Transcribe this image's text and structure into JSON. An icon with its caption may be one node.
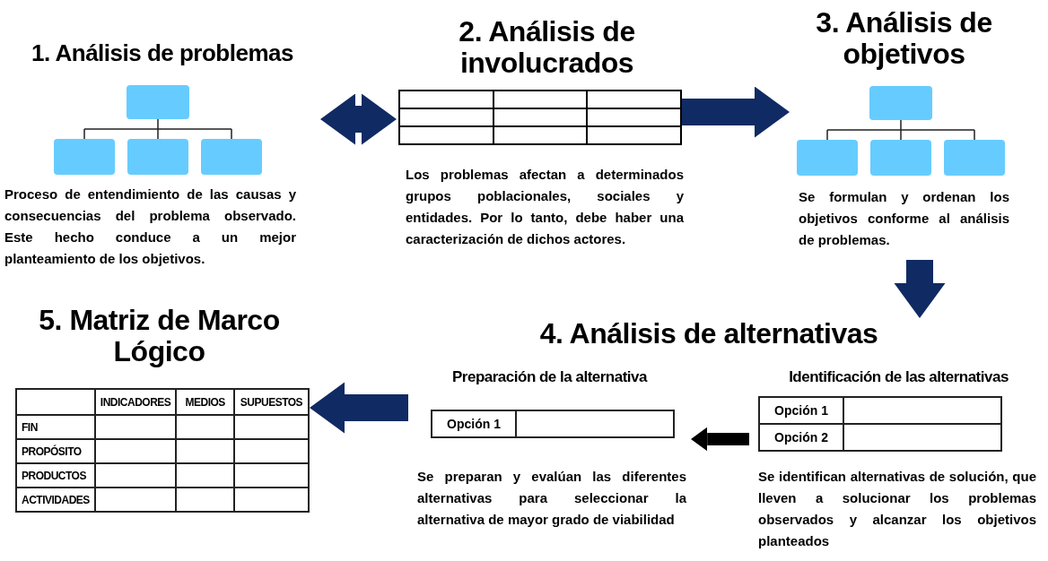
{
  "diagram": {
    "nodes": [
      {
        "text": [
          "1. Análisis de problemas",
          "Proceso de entendimiento de las causas y consecuencias del problema observado. Este hecho conduce a un mejor planteamiento de los objetivos."
        ]
      },
      {
        "text": [
          "2. Análisis de involucrados",
          "Los problemas afectan a determinados grupos poblacionales, sociales y entidades. Por lo tanto, debe haber una caracterización de dichos actores."
        ]
      },
      {
        "text": [
          "3. Análisis de objetivos",
          "Se formulan y ordenan los objetivos conforme al análisis de problemas."
        ]
      },
      {
        "text": [
          "4. Análisis de alternativas"
        ]
      },
      {
        "text": [
          "Preparación de la alternativa",
          "Se preparan y evalúan las diferentes alternativas para seleccionar la alternativa de mayor grado de viabilidad"
        ],
        "in": 3
      },
      {
        "text": [
          "Identificación de las alternativas",
          "Se identifican alternativas de solución, que lleven a solucionar los problemas observados y alcanzar los objetivos planteados"
        ],
        "in": 3
      },
      {
        "text": [
          "5. Matriz de Marco Lógico"
        ]
      }
    ],
    "edges": [
      {
        "from": 0,
        "to": 1,
        "arrow": "both"
      },
      {
        "from": 1,
        "to": 2,
        "arrow": "to"
      },
      {
        "from": 2,
        "to": 3,
        "arrow": "to"
      },
      {
        "from": 5,
        "to": 4,
        "arrow": "to",
        "color": "#000000"
      },
      {
        "from": 4,
        "to": 6,
        "arrow": "to"
      }
    ],
    "labels": [
      "INDICADORES",
      "MEDIOS",
      "SUPUESTOS",
      "FIN",
      "PROPÓSITO",
      "PRODUCTOS",
      "ACTIVIDADES",
      "Opción 1",
      "Opción 1",
      "Opción 2"
    ]
  }
}
